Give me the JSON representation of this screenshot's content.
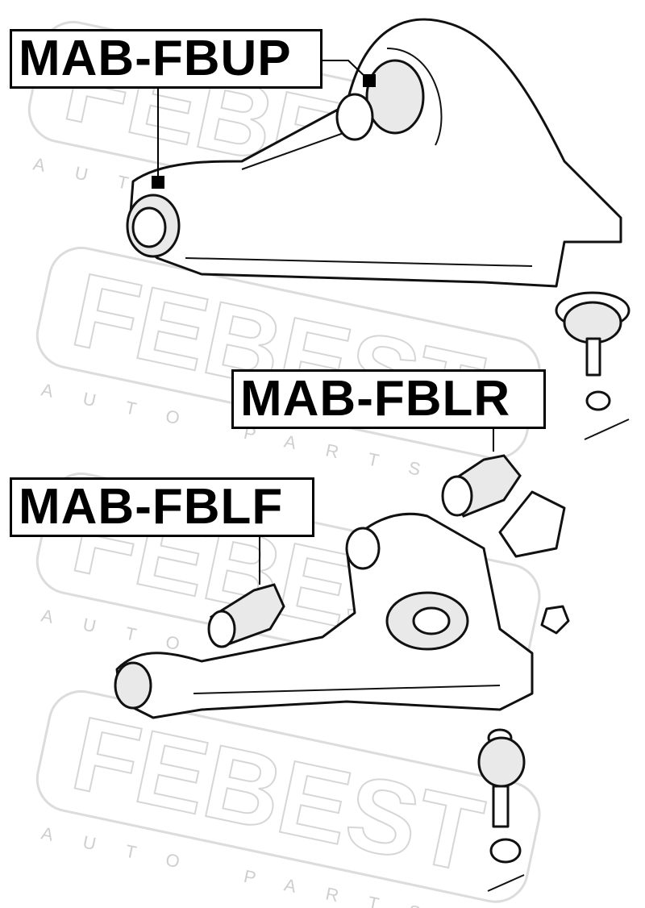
{
  "labels": {
    "upper_bushing": "MAB-FBUP",
    "lower_rear_bushing": "MAB-FBLR",
    "lower_front_bushing": "MAB-FBLF"
  },
  "watermark": {
    "brand": "FEBEST",
    "sub": "AUTO PARTS"
  }
}
